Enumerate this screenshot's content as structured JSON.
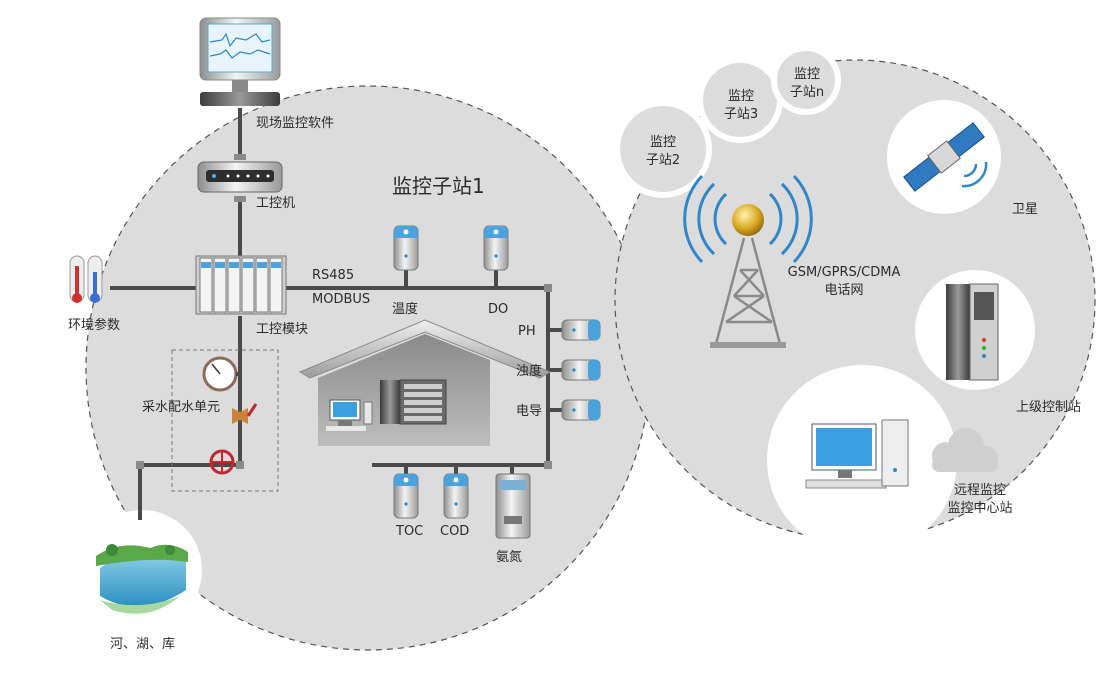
{
  "title": "监控子站1",
  "labels": {
    "software": "现场监控软件",
    "ipc": "工控机",
    "module": "工控模块",
    "env": "环境参数",
    "sampling": "采水配水单元",
    "source": "河、湖、库",
    "rs485": "RS485",
    "modbus": "MODBUS",
    "temp": "温度",
    "do": "DO",
    "ph": "PH",
    "turbidity": "浊度",
    "conductivity": "电导",
    "toc": "TOC",
    "cod": "COD",
    "ammonia": "氨氮",
    "network_line1": "GSM/GPRS/CDMA",
    "network_line2": "电话网",
    "satellite": "卫星",
    "upper": "上级控制站",
    "remote_line1": "远程监控",
    "remote_line2": "监控中心站",
    "sub2_line1": "监控",
    "sub2_line2": "子站2",
    "sub3_line1": "监控",
    "sub3_line2": "子站3",
    "subn_line1": "监控",
    "subn_line2": "子站n"
  },
  "colors": {
    "circle_fill": "#dcdcdc",
    "dash": "#555555",
    "pipe": "#4a4a4a",
    "signal_blue": "#2f86c8",
    "valve_red": "#c0282c",
    "screen_blue": "#3ba0e0"
  },
  "icons": [
    "monitor-icon",
    "router-icon",
    "module-rack-icon",
    "thermometer-icon",
    "pressure-gauge-icon",
    "valve-icon",
    "analyzer-icon",
    "house-icon",
    "tower-icon",
    "satellite-icon",
    "server-icon",
    "computer-icon",
    "cloud-icon",
    "lake-icon"
  ]
}
